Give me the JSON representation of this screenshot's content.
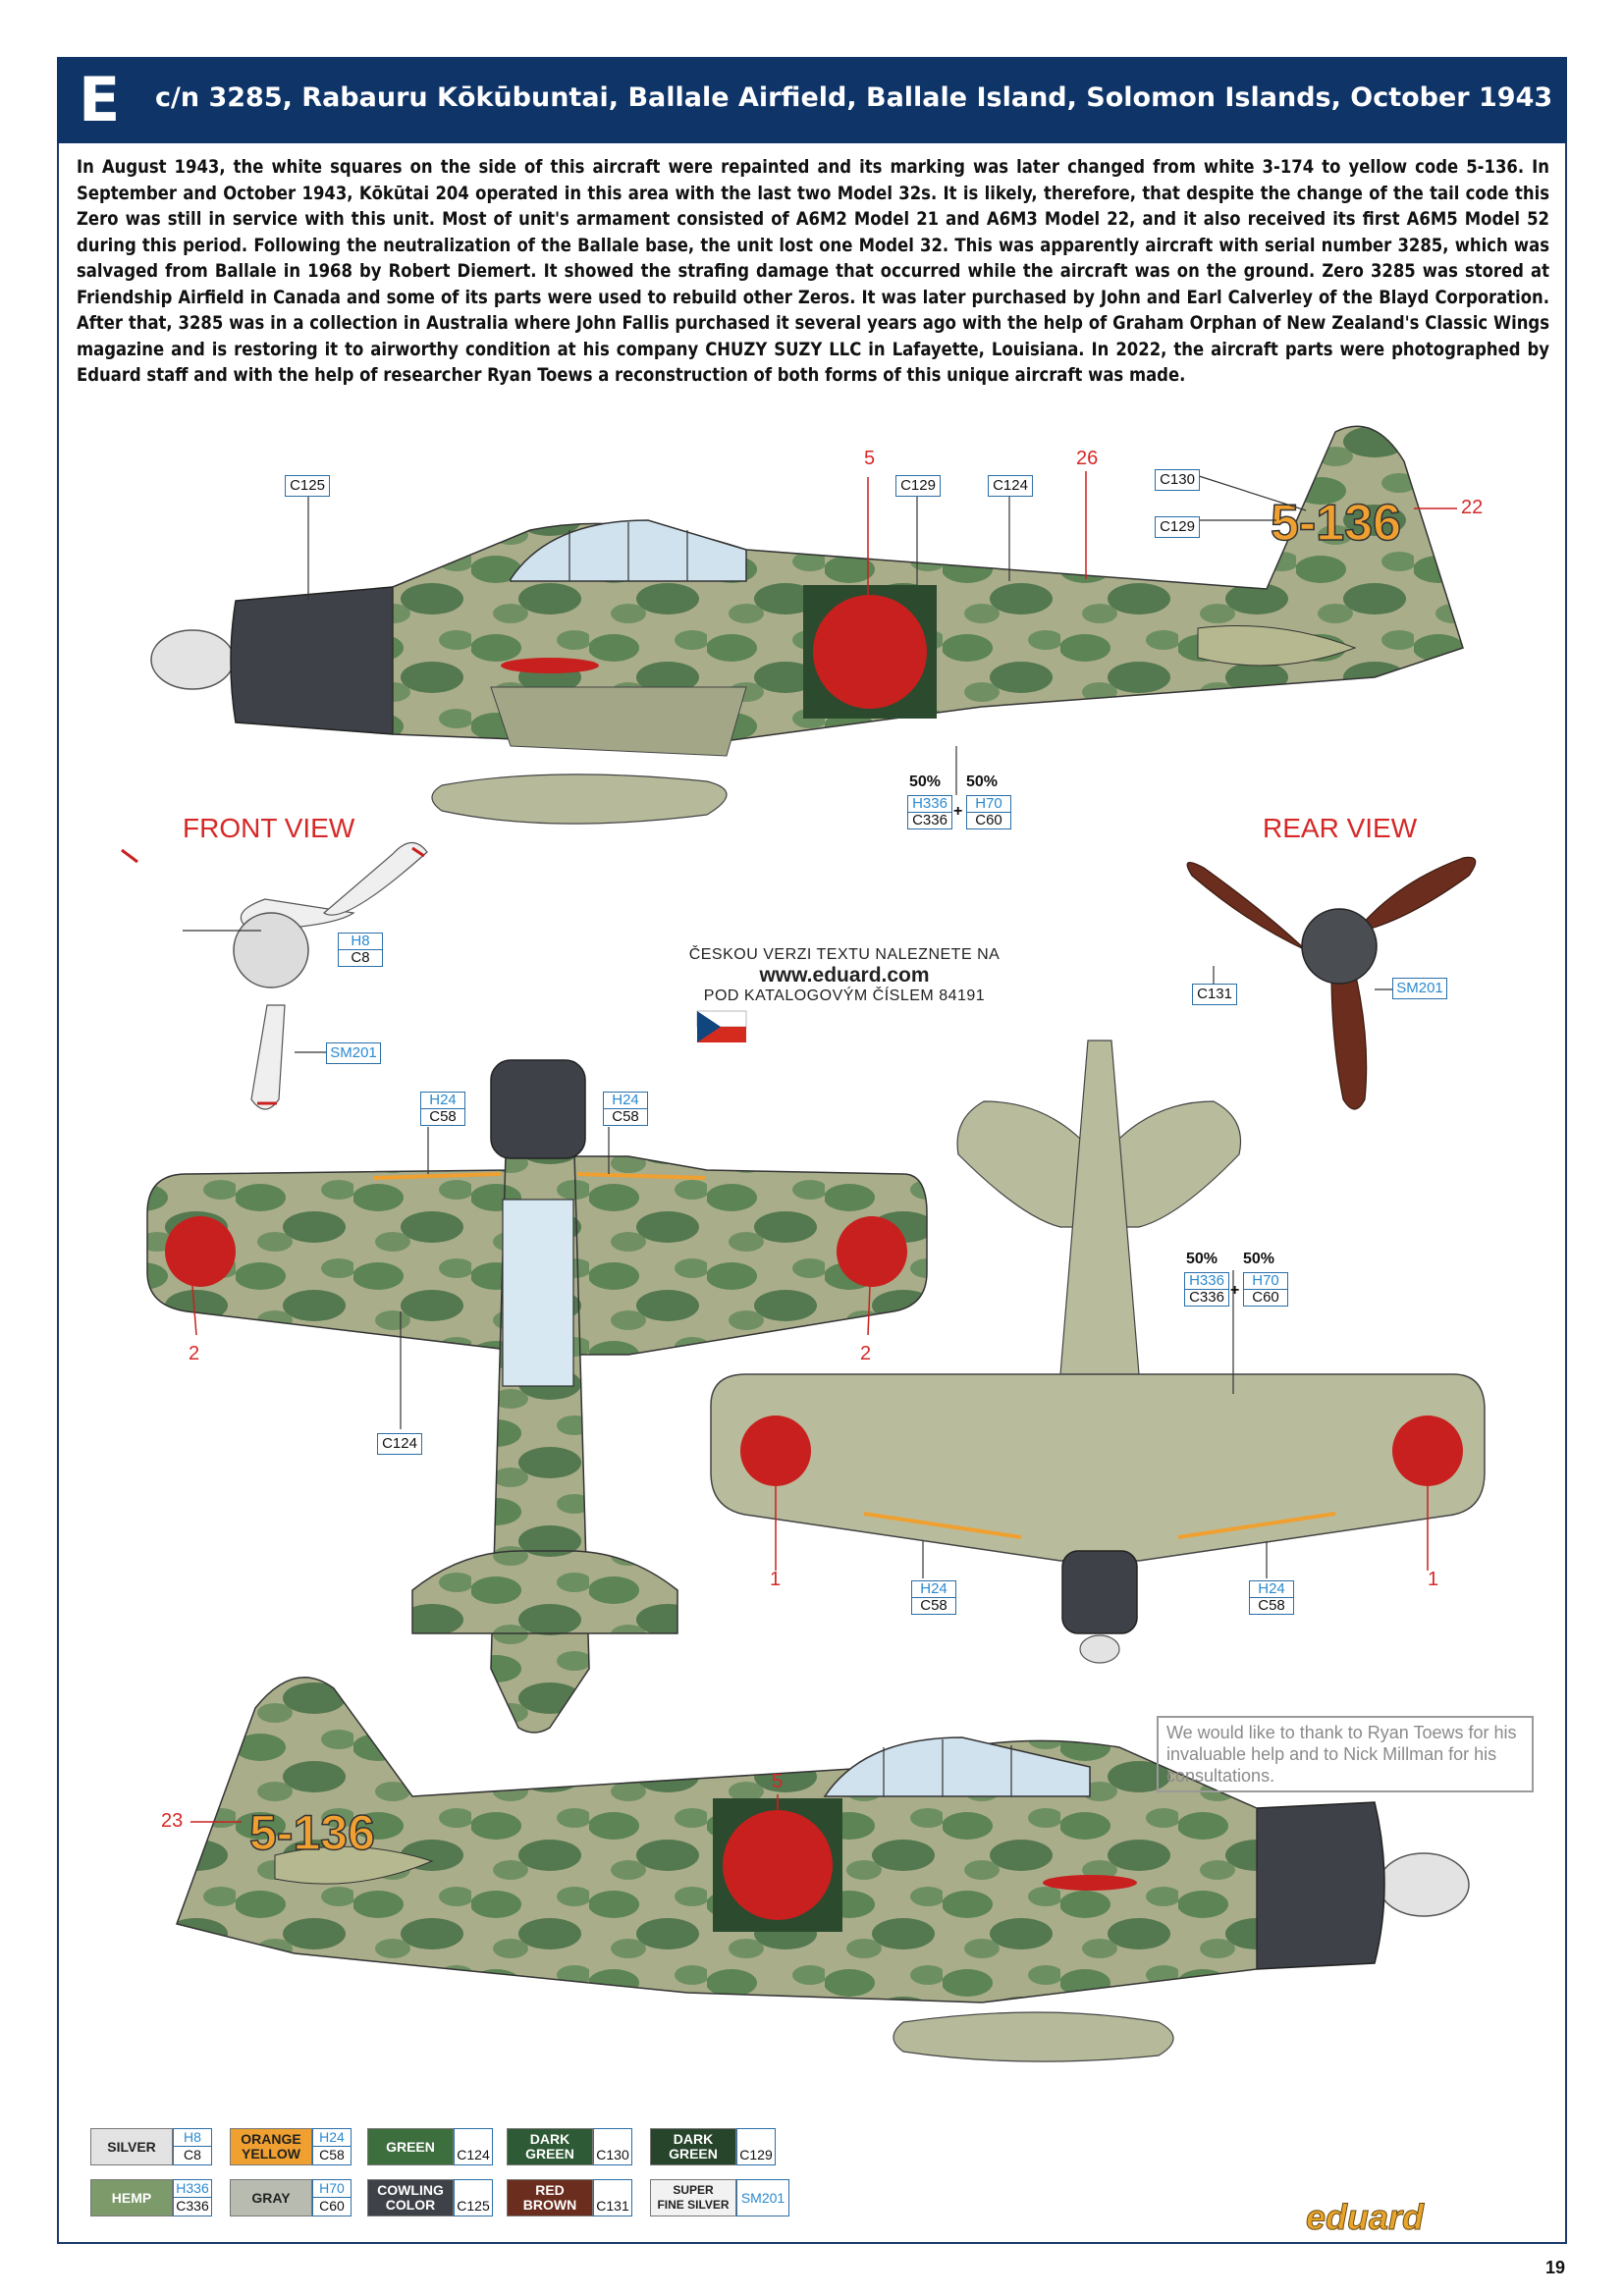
{
  "header": {
    "letter": "E",
    "title": "c/n 3285, Rabauru Kōkūbuntai, Ballale Airfield, Ballale Island, Solomon Islands, October 1943"
  },
  "description": "In August 1943, the white squares on the side of this aircraft were repainted and its marking was later changed from white 3-174 to yellow code 5-136. In September and October 1943, Kōkūtai 204 operated in this area with the last two Model 32s. It is likely, therefore, that despite the change of the tail code this Zero was still in service with this unit. Most of unit's armament consisted of A6M2 Model 21 and A6M3 Model 22, and it also received its first A6M5 Model 52 during this period. Following the neutralization of the Ballale base, the unit lost one Model 32. This was apparently aircraft with serial number 3285, which was salvaged from Ballale in 1968 by Robert Diemert. It showed the strafing damage that occurred while the aircraft was on the ground. Zero 3285 was stored at Friendship Airfield in Canada and some of its parts were used to rebuild other Zeros. It was later purchased by John and Earl Calverley of the Blayd Corporation. After that, 3285 was in a collection in Australia where John Fallis purchased it several years ago with the help of Graham Orphan of New Zealand's Classic Wings magazine and is restoring it to airworthy condition at his company CHUZY SUZY LLC in Lafayette, Louisiana. In 2022, the aircraft parts were photographed by Eduard staff and with the help of researcher Ryan Toews a reconstruction of both forms of this unique aircraft was made.",
  "tail_code": "5-136",
  "views": {
    "front": "FRONT VIEW",
    "rear": "REAR VIEW"
  },
  "callouts": {
    "c125": "C125",
    "c129": "C129",
    "c124": "C124",
    "c130": "C130",
    "c131": "C131",
    "h8": "H8",
    "c8": "C8",
    "sm201": "SM201",
    "h24": "H24",
    "c58": "C58",
    "h336": "H336",
    "c336": "C336",
    "h70": "H70",
    "c60": "C60",
    "pct": "50%",
    "plus": "+"
  },
  "numbers": {
    "n5": "5",
    "n26": "26",
    "n22": "22",
    "n2": "2",
    "n1": "1",
    "n23": "23"
  },
  "czech_note": {
    "line1": "ČESKOU VERZI TEXTU NALEZNETE NA",
    "line2": "www.eduard.com",
    "line3": "POD KATALOGOVÝM ČÍSLEM 84191"
  },
  "thanks": "We would like to thank to Ryan Toews for his invaluable help and to Nick Millman for his consultations.",
  "legend": {
    "silver": {
      "label": "SILVER",
      "h": "H8",
      "c": "C8",
      "color": "#e3e3e3"
    },
    "orange": {
      "label1": "ORANGE",
      "label2": "YELLOW",
      "h": "H24",
      "c": "C58",
      "color": "#f0a030"
    },
    "green": {
      "label": "GREEN",
      "c": "C124",
      "color": "#3d6e3e"
    },
    "darkgreen1": {
      "label1": "DARK",
      "label2": "GREEN",
      "c": "C130",
      "color": "#2f5a36"
    },
    "darkgreen2": {
      "label1": "DARK",
      "label2": "GREEN",
      "c": "C129",
      "color": "#27452b"
    },
    "hemp": {
      "label": "HEMP",
      "h": "H336",
      "c": "C336",
      "color": "#7c9a6a"
    },
    "gray": {
      "label": "GRAY",
      "h": "H70",
      "c": "C60",
      "color": "#b8bcb0"
    },
    "cowling": {
      "label1": "COWLING",
      "label2": "COLOR",
      "c": "C125",
      "color": "#3e4148"
    },
    "red": {
      "label1": "RED",
      "label2": "BROWN",
      "c": "C131",
      "color": "#6b2d1e"
    },
    "superfine": {
      "label1": "SUPER",
      "label2": "FINE SILVER",
      "c": "SM201",
      "color": "#f2f2f2"
    }
  },
  "brand": "eduard",
  "page_number": "19"
}
